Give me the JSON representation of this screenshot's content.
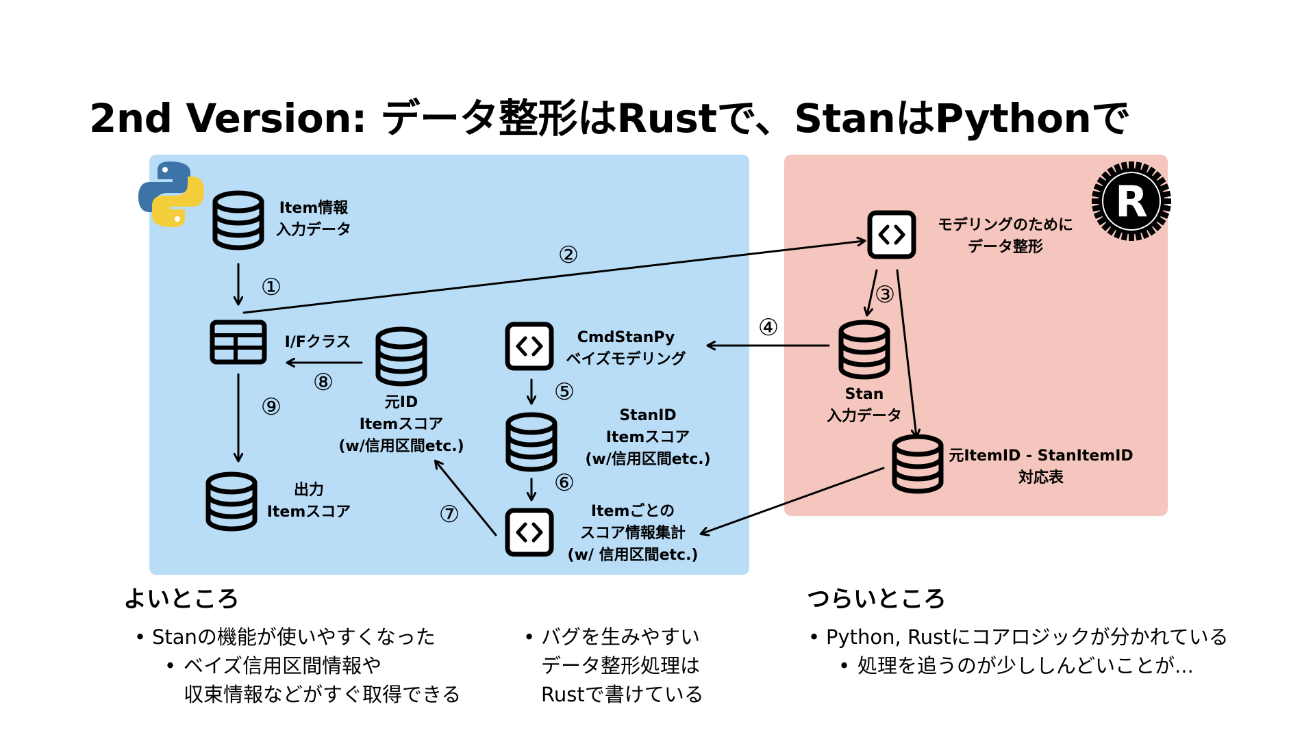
{
  "title": "2nd Version: データ整形はRustで、StanはPythonで",
  "colors": {
    "python_panel": "#b9dcf7",
    "rust_panel": "#f5c6bd",
    "ink": "#000000"
  },
  "panels": {
    "python": {
      "icon": "python-logo"
    },
    "rust": {
      "icon": "rust-logo"
    }
  },
  "nodes": {
    "item_input": {
      "icon": "database-icon",
      "lines": [
        "Item情報",
        "入力データ"
      ]
    },
    "if_class": {
      "icon": "table-icon",
      "lines": [
        "I/Fクラス"
      ]
    },
    "output": {
      "icon": "database-icon",
      "lines": [
        "出力",
        "Itemスコア"
      ]
    },
    "orig_score": {
      "icon": "database-icon",
      "lines": [
        "元ID",
        "Itemスコア",
        "(w/信用区間etc.)"
      ]
    },
    "cmdstanpy": {
      "icon": "code-icon",
      "lines": [
        "CmdStanPy",
        "ベイズモデリング"
      ]
    },
    "stanid_score": {
      "icon": "database-icon",
      "lines": [
        "StanID",
        "Itemスコア",
        "(w/信用区間etc.)"
      ]
    },
    "aggregate": {
      "icon": "code-icon",
      "lines": [
        "Itemごとの",
        "スコア情報集計",
        "(w/ 信用区間etc.)"
      ]
    },
    "shaping": {
      "icon": "code-icon",
      "lines": [
        "モデリングのために",
        "データ整形"
      ]
    },
    "stan_input": {
      "icon": "database-icon",
      "lines": [
        "Stan",
        "入力データ"
      ]
    },
    "id_map": {
      "icon": "database-icon",
      "lines": [
        "元ItemID - StanItemID",
        "対応表"
      ]
    }
  },
  "steps": [
    "①",
    "②",
    "③",
    "④",
    "⑤",
    "⑥",
    "⑦",
    "⑧",
    "⑨"
  ],
  "good": {
    "heading": "よいところ",
    "col1": {
      "bullet": "Stanの機能が使いやすくなった",
      "sub": "ベイズ信用区間情報や",
      "sub_cont": "収束情報などがすぐ取得できる"
    },
    "col2": {
      "bullet": "バグを生みやすい",
      "cont1": "データ整形処理は",
      "cont2": "Rustで書けている"
    }
  },
  "bad": {
    "heading": "つらいところ",
    "bullet": "Python, Rustにコアロジックが分かれている",
    "sub": "処理を追うのが少ししんどいことが..."
  }
}
